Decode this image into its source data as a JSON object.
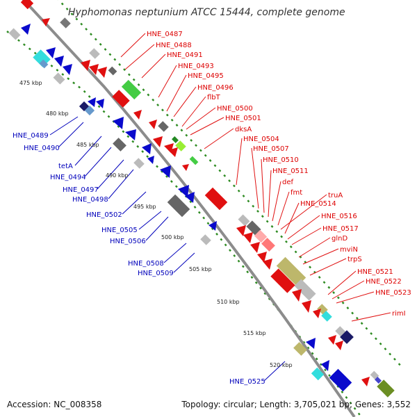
{
  "header": {
    "title": "Hyphomonas neptunium ATCC 15444, complete genome"
  },
  "footer": {
    "accession": "Accession: NC_008358",
    "summary": "Topology: circular; Length: 3,705,021 bp; Genes: 3,552"
  },
  "colors": {
    "backbone": "#8c8c8c",
    "dotted_tracks": "#2e8b22",
    "forward_label": "#dd0000",
    "reverse_label": "#0000bb"
  },
  "kbp_ticks": [
    "475 kbp",
    "480 kbp",
    "485 kbp",
    "490 kbp",
    "495 kbp",
    "500 kbp",
    "505 kbp",
    "510 kbp",
    "515 kbp",
    "520 kbp"
  ],
  "forward_genes": [
    "HNE_0487",
    "HNE_0488",
    "HNE_0491",
    "HNE_0493",
    "HNE_0495",
    "HNE_0496",
    "flbT",
    "HNE_0500",
    "HNE_0501",
    "dksA",
    "HNE_0504",
    "HNE_0507",
    "HNE_0510",
    "HNE_0511",
    "def",
    "fmt",
    "truA",
    "HNE_0514",
    "HNE_0516",
    "HNE_0517",
    "glnD",
    "mviN",
    "trpS",
    "HNE_0521",
    "HNE_0522",
    "HNE_0523",
    "rimI"
  ],
  "reverse_genes": [
    "HNE_0489",
    "HNE_0490",
    "tetA",
    "HNE_0494",
    "HNE_0497",
    "HNE_0498",
    "HNE_0502",
    "HNE_0505",
    "HNE_0506",
    "HNE_0508",
    "HNE_0509",
    "HNE_0525"
  ]
}
